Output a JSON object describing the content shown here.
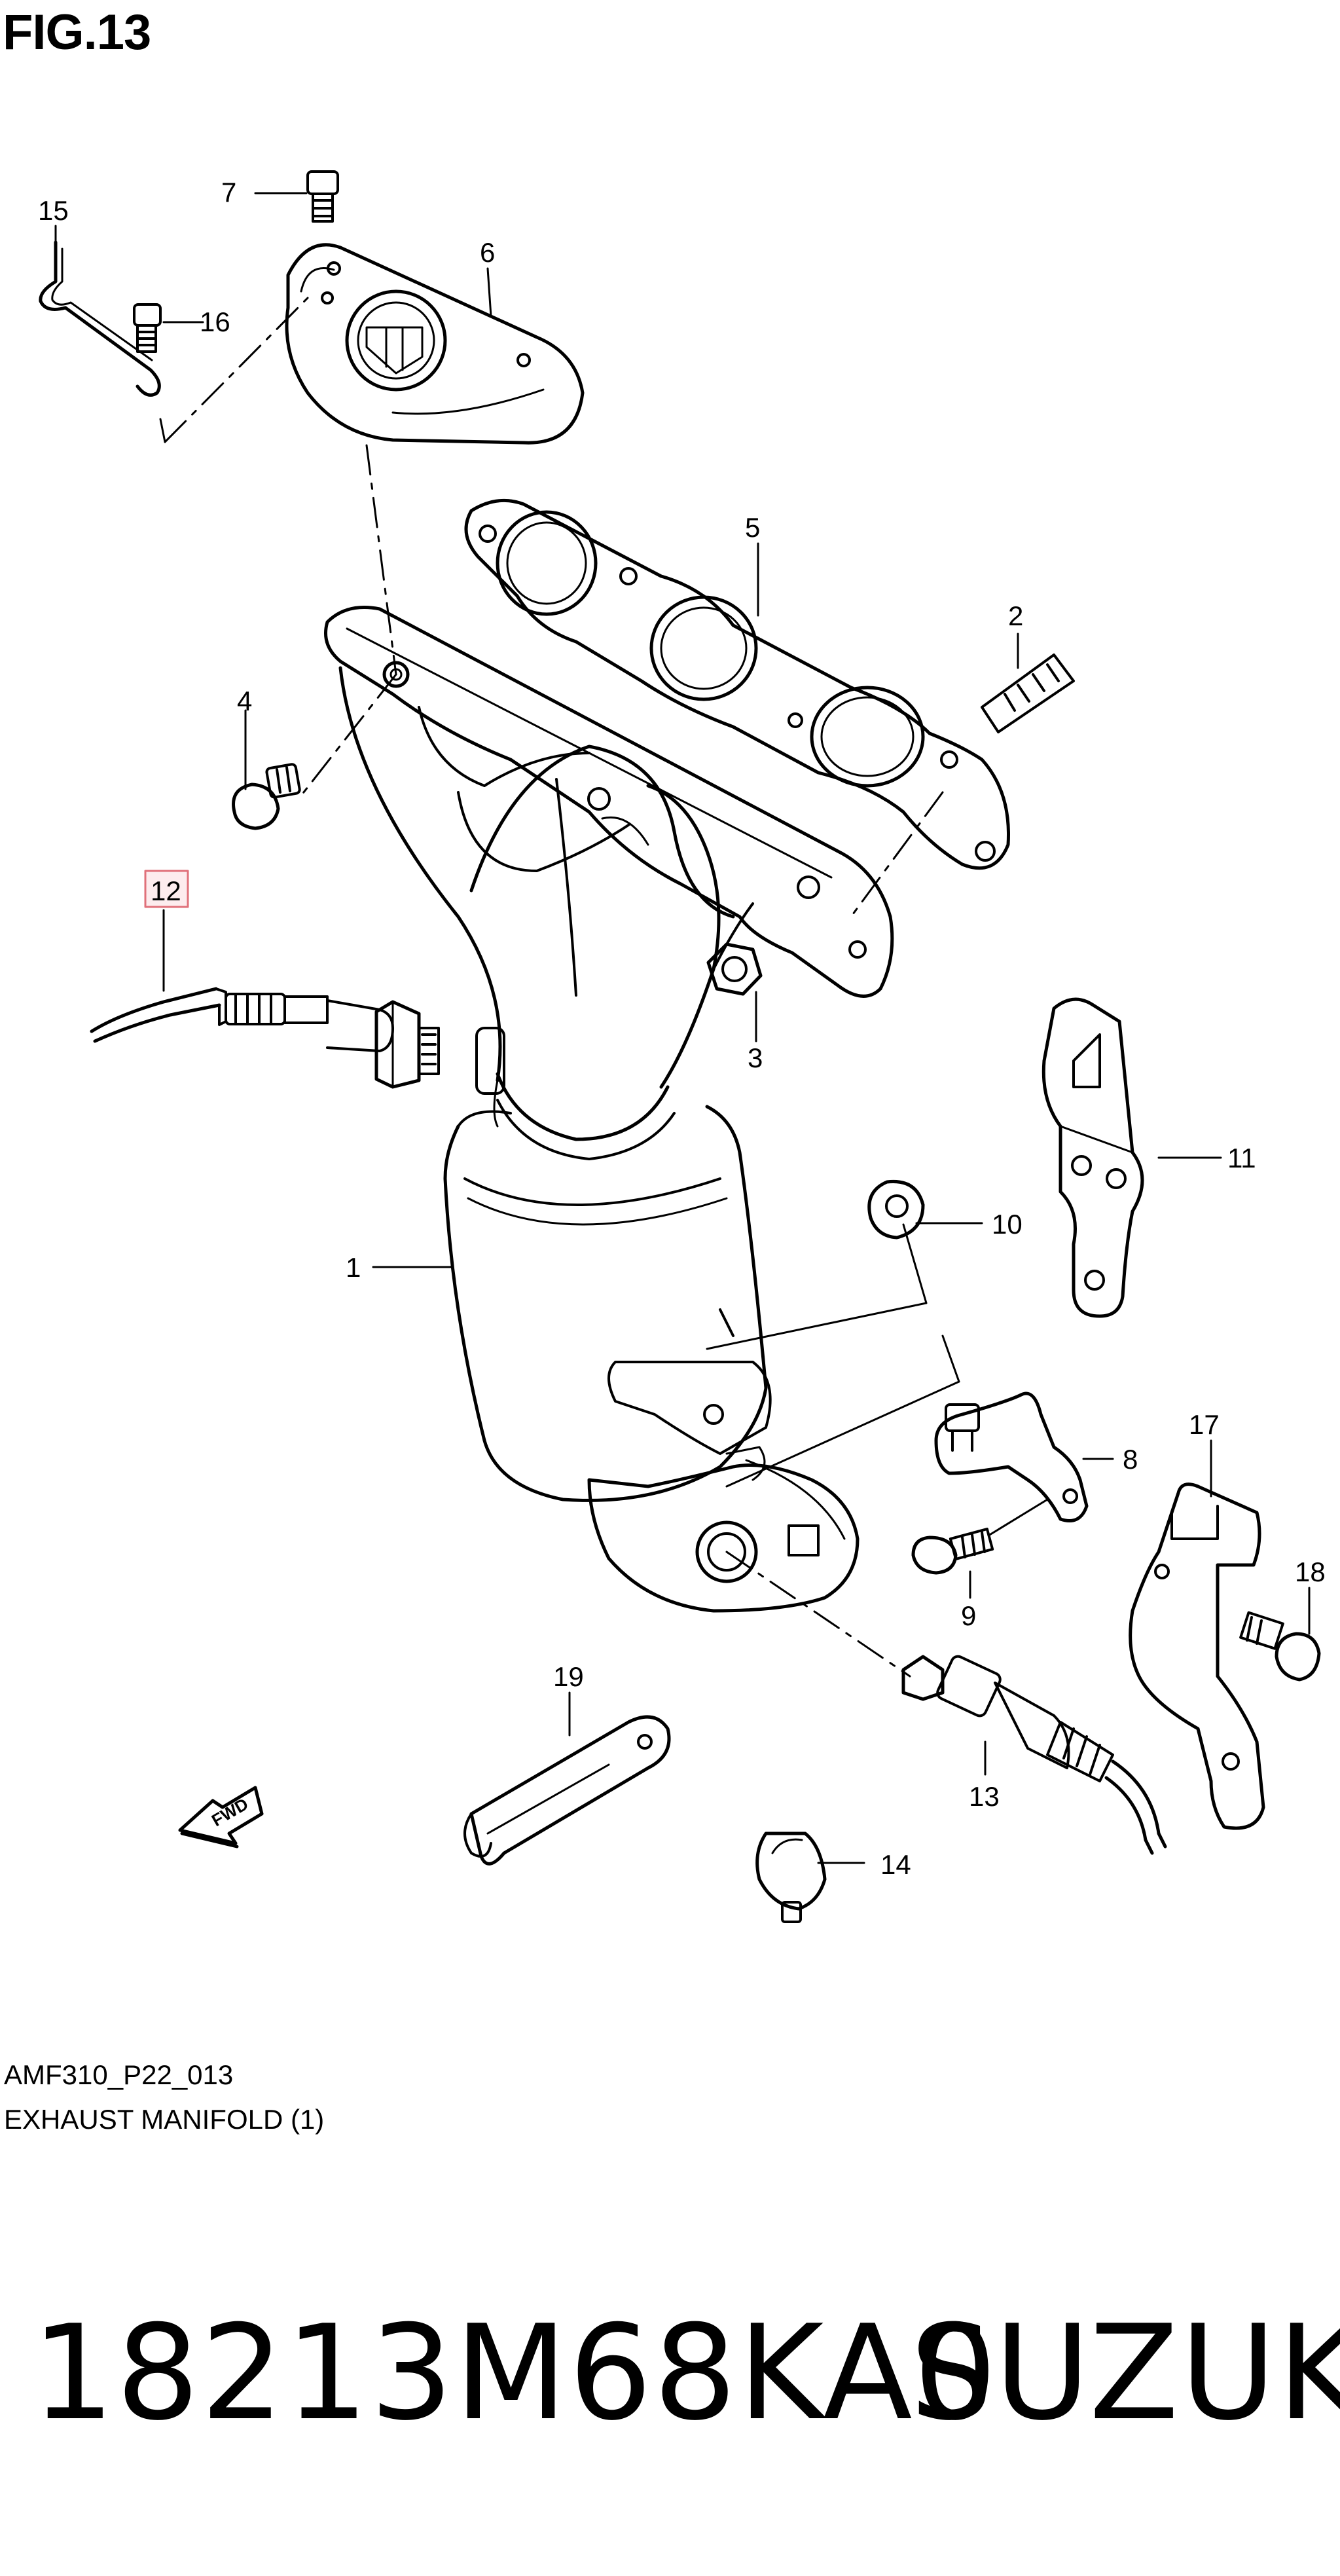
{
  "figure": {
    "title": "FIG.13",
    "reference_code": "AMF310_P22_013",
    "name": "EXHAUST MANIFOLD (1)"
  },
  "direction_arrow": {
    "label": "FWD",
    "icon": "forward-arrow-icon"
  },
  "highlighted_callout": "12",
  "highlight_color": "#e0707a",
  "callouts": [
    {
      "id": "1",
      "label": "1"
    },
    {
      "id": "2",
      "label": "2"
    },
    {
      "id": "3",
      "label": "3"
    },
    {
      "id": "4",
      "label": "4"
    },
    {
      "id": "5",
      "label": "5"
    },
    {
      "id": "6",
      "label": "6"
    },
    {
      "id": "7",
      "label": "7"
    },
    {
      "id": "8",
      "label": "8"
    },
    {
      "id": "9",
      "label": "9"
    },
    {
      "id": "10",
      "label": "10"
    },
    {
      "id": "11",
      "label": "11"
    },
    {
      "id": "12",
      "label": "12"
    },
    {
      "id": "13",
      "label": "13"
    },
    {
      "id": "14",
      "label": "14"
    },
    {
      "id": "15",
      "label": "15"
    },
    {
      "id": "16",
      "label": "16"
    },
    {
      "id": "17",
      "label": "17"
    },
    {
      "id": "18",
      "label": "18"
    },
    {
      "id": "19",
      "label": "19"
    }
  ],
  "footer": {
    "part_number": "18213M68KA0",
    "brand": "SUZUKI"
  }
}
